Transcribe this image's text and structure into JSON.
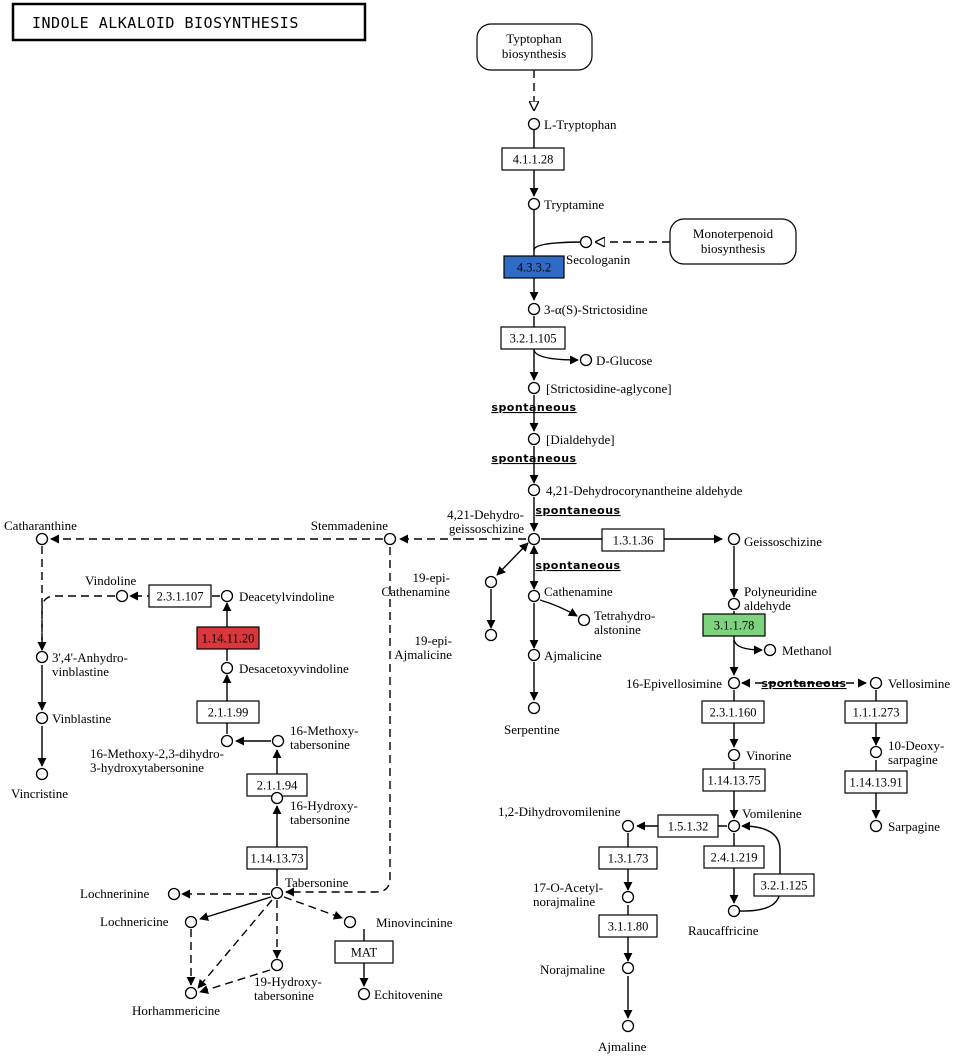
{
  "title": "INDOLE ALKALOID BIOSYNTHESIS",
  "colors": {
    "highlight_blue": "#2f6bc4",
    "highlight_red": "#d9373b",
    "highlight_green": "#7ed37e",
    "white": "#ffffff"
  },
  "maps": {
    "tryptophan": "Typtophan biosynthesis",
    "monoterpenoid": "Monoterpenoid biosynthesis"
  },
  "spontaneous": "spontaneous",
  "compounds": {
    "l_tryptophan": "L-Tryptophan",
    "tryptamine": "Tryptamine",
    "secologanin": "Secologanin",
    "strictosidine": "3-α(S)-Strictosidine",
    "d_glucose": "D-Glucose",
    "strictosidine_aglycone": "[Strictosidine-aglycone]",
    "dialdehyde": "[Dialdehyde]",
    "dehydrocorynantheine": "4,21-Dehydrocorynantheine aldehyde",
    "dehydrogeissoschizine": "4,21-Dehydro- geissoschizine",
    "stemmadenine": "Stemmadenine",
    "catharanthine": "Catharanthine",
    "geissoschizine": "Geissoschizine",
    "epi_cathenamine": "19-epi- Cathenamine",
    "cathenamine": "Cathenamine",
    "tetrahydroalstonine": "Tetrahydro- alstonine",
    "epi_ajmalicine": "19-epi- Ajmalicine",
    "ajmalicine": "Ajmalicine",
    "serpentine": "Serpentine",
    "polyneuridine_aldehyde": "Polyneuridine aldehyde",
    "methanol": "Methanol",
    "epivellosimine": "16-Epivellosimine",
    "vellosimine": "Vellosimine",
    "vinorine": "Vinorine",
    "deoxysarpagine": "10-Deoxy- sarpagine",
    "sarpagine": "Sarpagine",
    "vomilenine": "Vomilenine",
    "dihydrovomilenine": "1,2-Dihydrovomilenine",
    "acetylnorajmaline": "17-O-Acetyl- norajmaline",
    "norajmaline": "Norajmaline",
    "ajmaline": "Ajmaline",
    "raucaffricine": "Raucaffricine",
    "vindoline": "Vindoline",
    "deacetylvindoline": "Deacetylvindoline",
    "desacetoxyvindoline": "Desacetoxyvindoline",
    "methoxy_dihydro": "16-Methoxy-2,3-dihydro- 3-hydroxytabersonine",
    "methoxytabersonine": "16-Methoxy- tabersonine",
    "hydroxytabersonine16": "16-Hydroxy- tabersonine",
    "tabersonine": "Tabersonine",
    "anhydrovinblastine": "3',4'-Anhydro- vinblastine",
    "vinblastine": "Vinblastine",
    "vincristine": "Vincristine",
    "lochnerinine": "Lochnerinine",
    "lochnericine": "Lochnericine",
    "minovincinine": "Minovincinine",
    "hydroxytabersonine19": "19-Hydroxy- tabersonine",
    "horhammericine": "Horhammericine",
    "echitovenine": "Echitovenine"
  },
  "enzymes": {
    "e4_1_1_28": "4.1.1.28",
    "e4_3_3_2": "4.3.3.2",
    "e3_2_1_105": "3.2.1.105",
    "e1_3_1_36": "1.3.1.36",
    "e3_1_1_78": "3.1.1.78",
    "e2_3_1_107": "2.3.1.107",
    "e1_14_11_20": "1.14.11.20",
    "e2_1_1_99": "2.1.1.99",
    "e2_1_1_94": "2.1.1.94",
    "e1_14_13_73": "1.14.13.73",
    "mat": "MAT",
    "e2_3_1_160": "2.3.1.160",
    "e1_1_1_273": "1.1.1.273",
    "e1_14_13_75": "1.14.13.75",
    "e1_14_13_91": "1.14.13.91",
    "e1_5_1_32": "1.5.1.32",
    "e2_4_1_219": "2.4.1.219",
    "e3_2_1_125": "3.2.1.125",
    "e1_3_1_73": "1.3.1.73",
    "e3_1_1_80": "3.1.1.80"
  }
}
